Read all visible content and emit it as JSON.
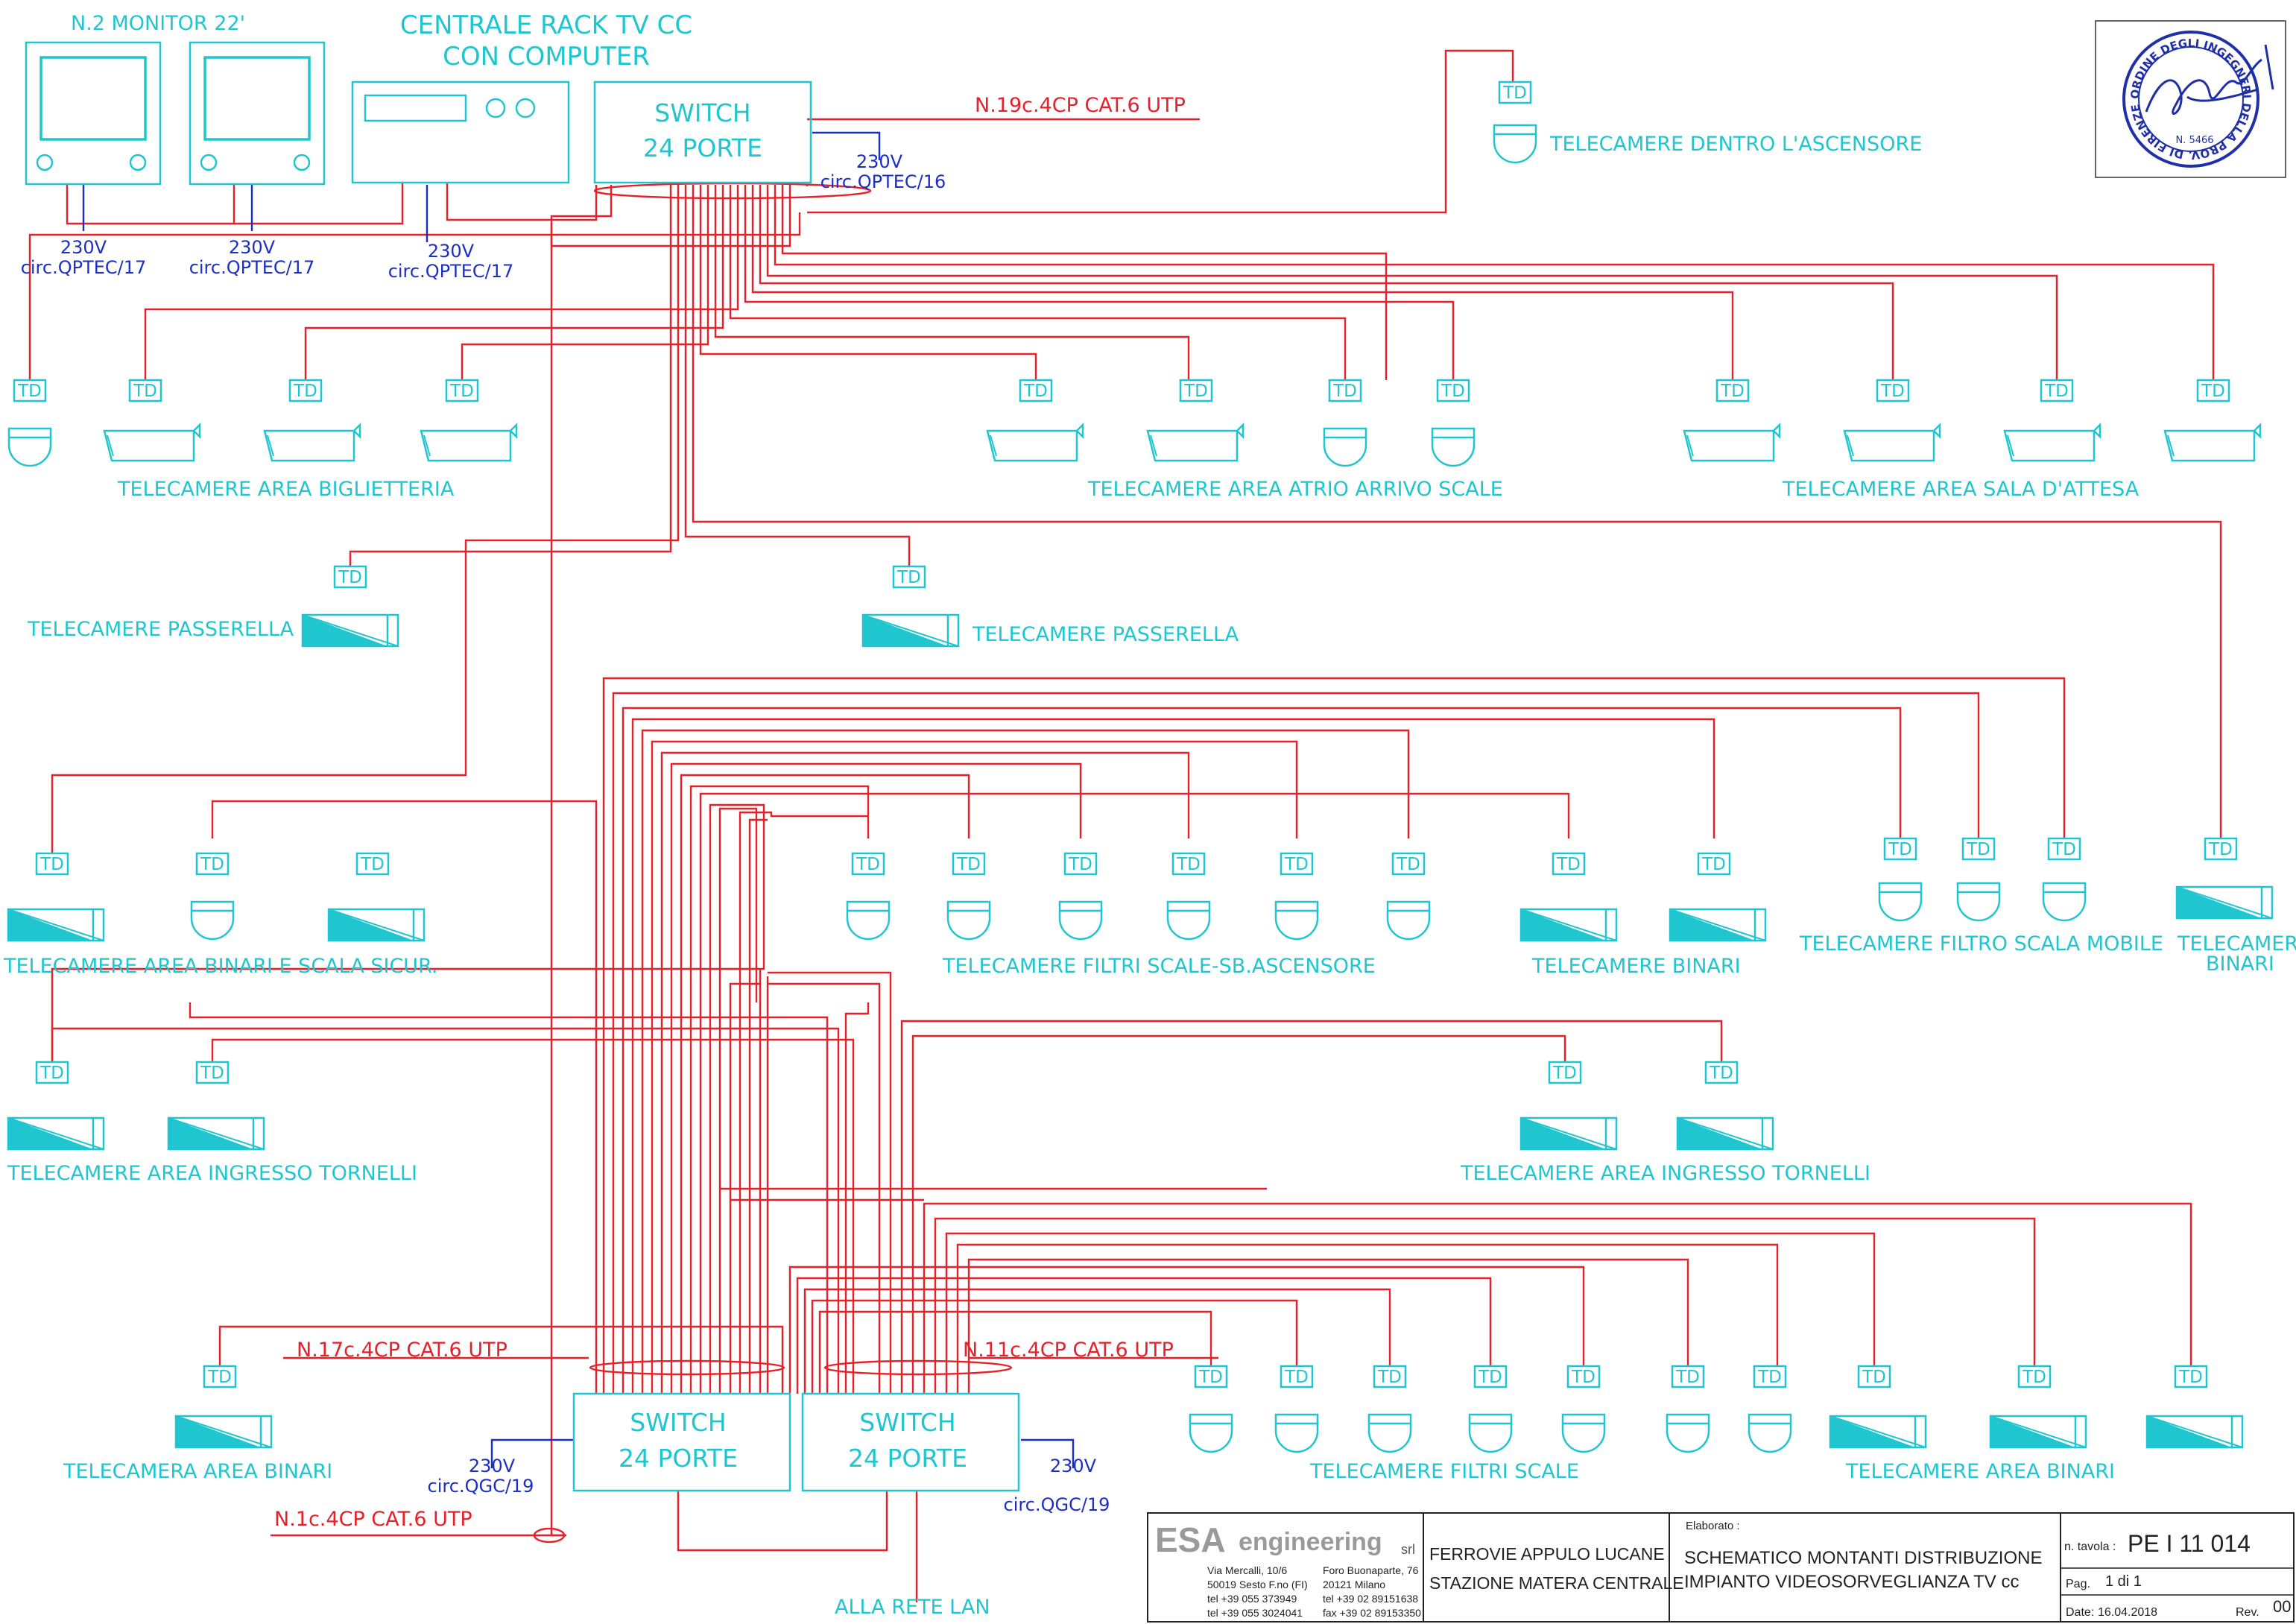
{
  "header": {
    "monitors_label": "N.2 MONITOR 22'",
    "rack_title_line1": "CENTRALE RACK TV CC",
    "rack_title_line2": "CON COMPUTER"
  },
  "switches": {
    "main_line1": "SWITCH",
    "main_line2": "24 PORTE",
    "left_line1": "SWITCH",
    "left_line2": "24 PORTE",
    "right_line1": "SWITCH",
    "right_line2": "24 PORTE"
  },
  "power": {
    "v": "230V",
    "qptec16": "circ.QPTEC/16",
    "qptec17": "circ.QPTEC/17",
    "qgc19": "circ.QGC/19"
  },
  "cables": {
    "c19": "N.19c.4CP CAT.6 UTP",
    "c17": "N.17c.4CP CAT.6 UTP",
    "c11": "N.11c.4CP CAT.6 UTP",
    "c1": "N.1c.4CP CAT.6 UTP"
  },
  "td": "TD",
  "groups": {
    "ascensore": "TELECAMERE DENTRO L'ASCENSORE",
    "biglietteria": "TELECAMERE AREA BIGLIETTERIA",
    "atrio": "TELECAMERE AREA ATRIO ARRIVO SCALE",
    "sala": "TELECAMERE AREA SALA D'ATTESA",
    "passerella1": "TELECAMERE PASSERELLA",
    "passerella2": "TELECAMERE PASSERELLA",
    "binari_scala": "TELECAMERE AREA BINARI E SCALA SICUR.",
    "filtri_sb": "TELECAMERE FILTRI SCALE-SB.ASCENSORE",
    "binari": "TELECAMERE BINARI",
    "filtro_mobile": "TELECAMERE FILTRO SCALA MOBILE",
    "telecamer_line1": "TELECAMER",
    "telecamer_line2": "BINARI",
    "tornelli1": "TELECAMERE AREA INGRESSO TORNELLI",
    "tornelli2": "TELECAMERE AREA INGRESSO TORNELLI",
    "area_binari_single": "TELECAMERA AREA BINARI",
    "filtri_scale": "TELECAMERE FILTRI SCALE",
    "area_binari": "TELECAMERE AREA BINARI",
    "rete_lan": "ALLA RETE LAN"
  },
  "title_block": {
    "company_main": "ESA",
    "company_sub": "engineering",
    "company_srl": "srl",
    "addr1_l1": "Via Mercalli, 10/6",
    "addr1_l2": "50019 Sesto F.no (FI)",
    "addr1_l3": "tel +39 055 373949",
    "addr1_l4": "tel +39 055 3024041",
    "addr2_l1": "Foro Buonaparte, 76",
    "addr2_l2": "20121 Milano",
    "addr2_l3": "tel +39 02 89151638",
    "addr2_l4": "fax +39 02 89153350",
    "client_l1": "FERROVIE APPULO LUCANE",
    "client_l2": "STAZIONE MATERA CENTRALE",
    "elab_label": "Elaborato :",
    "elab_l1": "SCHEMATICO MONTANTI DISTRIBUZIONE",
    "elab_l2": "IMPIANTO VIDEOSORVEGLIANZA TV cc",
    "tavola_label": "n. tavola :",
    "tavola_value": "PE  I  11  014",
    "pag_label": "Pag.",
    "pag_value": "1 di 1",
    "date_label": "Date:",
    "date_value": "16.04.2018",
    "rev_label": "Rev.",
    "rev_value": "00"
  },
  "stamp": {
    "ring_text": "ORDINE DEGLI INGEGNERI DELLA PROV. DI FIRENZE",
    "number": "N. 5466"
  }
}
